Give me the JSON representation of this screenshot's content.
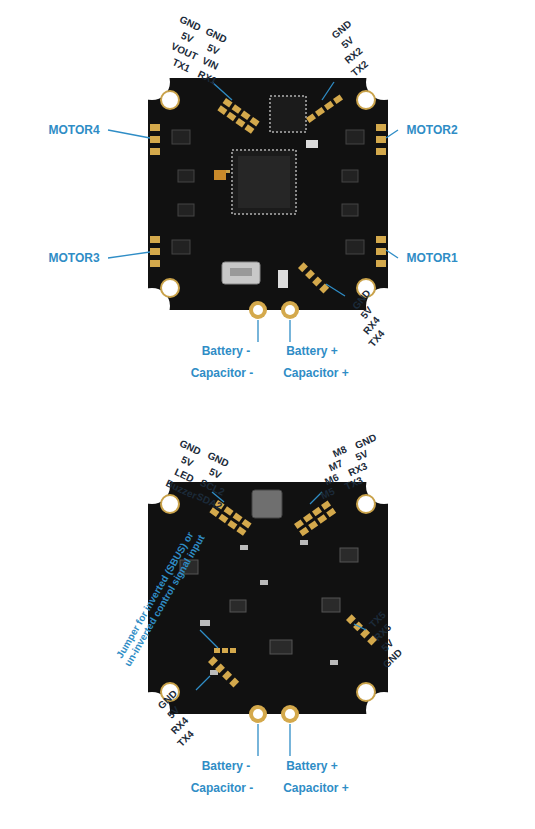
{
  "diagram": {
    "labels": [
      "GND",
      "GND",
      "5V",
      "5V",
      "VOUT",
      "VIN",
      "TX1",
      "RX1",
      "GND",
      "5V",
      "RX2",
      "TX2",
      "MOTOR4",
      "MOTOR2",
      "MOTOR3",
      "MOTOR1",
      "GND",
      "5V",
      "RX4",
      "TX4",
      "Battery -",
      "Battery +",
      "Capacitor -",
      "Capacitor +",
      "GND",
      "GND",
      "5V",
      "5V",
      "LED",
      "SCL2",
      "Buzzer",
      "SDA2",
      "M8",
      "GND",
      "M7",
      "5V",
      "M6",
      "RX3",
      "M5",
      "TX3",
      "TX5",
      "RX5",
      "5V",
      "GND",
      "Jumper for inverted (SBUS) or un-inverted control signal input",
      "GND",
      "5V",
      "RX4",
      "TX4",
      "Battery -",
      "Battery +",
      "Capacitor -",
      "Capacitor +"
    ]
  }
}
